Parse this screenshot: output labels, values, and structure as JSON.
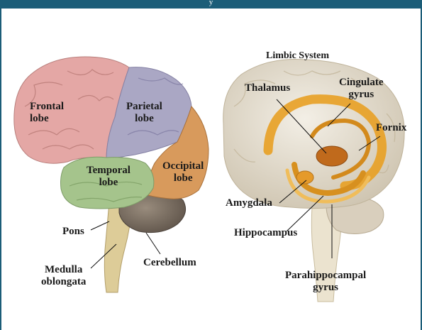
{
  "header": {
    "title_fragment": "y"
  },
  "brain_left": {
    "labels": {
      "frontal": "Frontal\nlobe",
      "parietal": "Parietal\nlobe",
      "temporal": "Temporal\nlobe",
      "occipital": "Occipital\nlobe",
      "pons": "Pons",
      "medulla": "Medulla\noblongata",
      "cerebellum": "Cerebellum"
    }
  },
  "brain_right": {
    "title": "Limbic System",
    "labels": {
      "thalamus": "Thalamus",
      "cingulate": "Cingulate\ngyrus",
      "fornix": "Fornix",
      "amygdala": "Amygdala",
      "hippocampus": "Hippocampus",
      "parahippocampal": "Parahippocampal\ngyrus"
    }
  },
  "colors": {
    "frame": "#1b5d78",
    "frontal": "#e4a7a5",
    "parietal": "#aaa7c4",
    "temporal": "#a5c48c",
    "occipital": "#d89a5c",
    "cerebellum": "#7b6f63",
    "brainstem": "#ddcc98",
    "limbic": "#e8a024",
    "brain_right": "#e4dccb"
  }
}
